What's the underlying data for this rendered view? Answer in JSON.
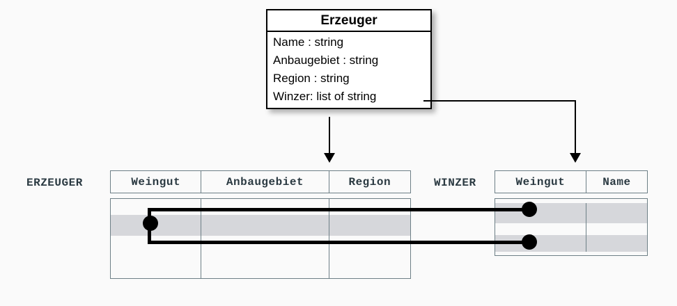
{
  "diagram": {
    "background_color": "#fafafa",
    "line_color": "#000000",
    "shaded_row_color": "#d6d7db",
    "table_border_color": "#6d7f86",
    "table_text_color": "#2b3a42"
  },
  "uml_class": {
    "name": "Erzeuger",
    "attributes": [
      "Name : string",
      "Anbaugebiet : string",
      "Region : string",
      "Winzer: list of string"
    ]
  },
  "tables": [
    {
      "label": "ERZEUGER",
      "columns": [
        "Weingut",
        "Anbaugebiet",
        "Region"
      ],
      "rows": [
        {
          "shaded": false,
          "cells": [
            "",
            "",
            ""
          ]
        },
        {
          "shaded": true,
          "cells": [
            "",
            "",
            ""
          ]
        },
        {
          "shaded": false,
          "cells": [
            "",
            "",
            ""
          ]
        },
        {
          "shaded": false,
          "cells": [
            "",
            "",
            ""
          ]
        }
      ]
    },
    {
      "label": "WINZER",
      "columns": [
        "Weingut",
        "Name"
      ],
      "rows": [
        {
          "shaded": true,
          "cells": [
            "",
            ""
          ]
        },
        {
          "shaded": false,
          "cells": [
            "",
            ""
          ]
        },
        {
          "shaded": true,
          "cells": [
            "",
            ""
          ]
        }
      ]
    }
  ],
  "connectors": {
    "mapping_arrow_region": "arrow-down-icon",
    "mapping_arrow_winzer": "arrow-down-icon",
    "link_dot": "junction-dot-icon"
  }
}
